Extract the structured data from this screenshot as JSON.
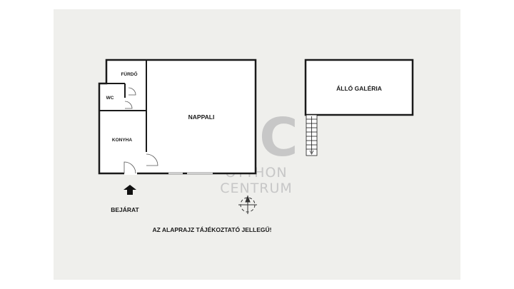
{
  "rooms": {
    "furdo": "FÜRDŐ",
    "wc": "WC",
    "konyha": "KONYHA",
    "nappali": "NAPPALI",
    "galeria": "ÁLLÓ GALÉRIA"
  },
  "entrance_label": "BEJÁRAT",
  "disclaimer": "AZ ALAPRAJZ TÁJÉKOZTATÓ JELLEGŰ!",
  "watermark": {
    "logo": "ÔC",
    "line1": "OTTHON",
    "line2": "CENTRUM"
  },
  "colors": {
    "wall": "#1a1a1a",
    "floor": "#ffffff",
    "background": "#efefec",
    "watermark": "#c7c7c7"
  }
}
